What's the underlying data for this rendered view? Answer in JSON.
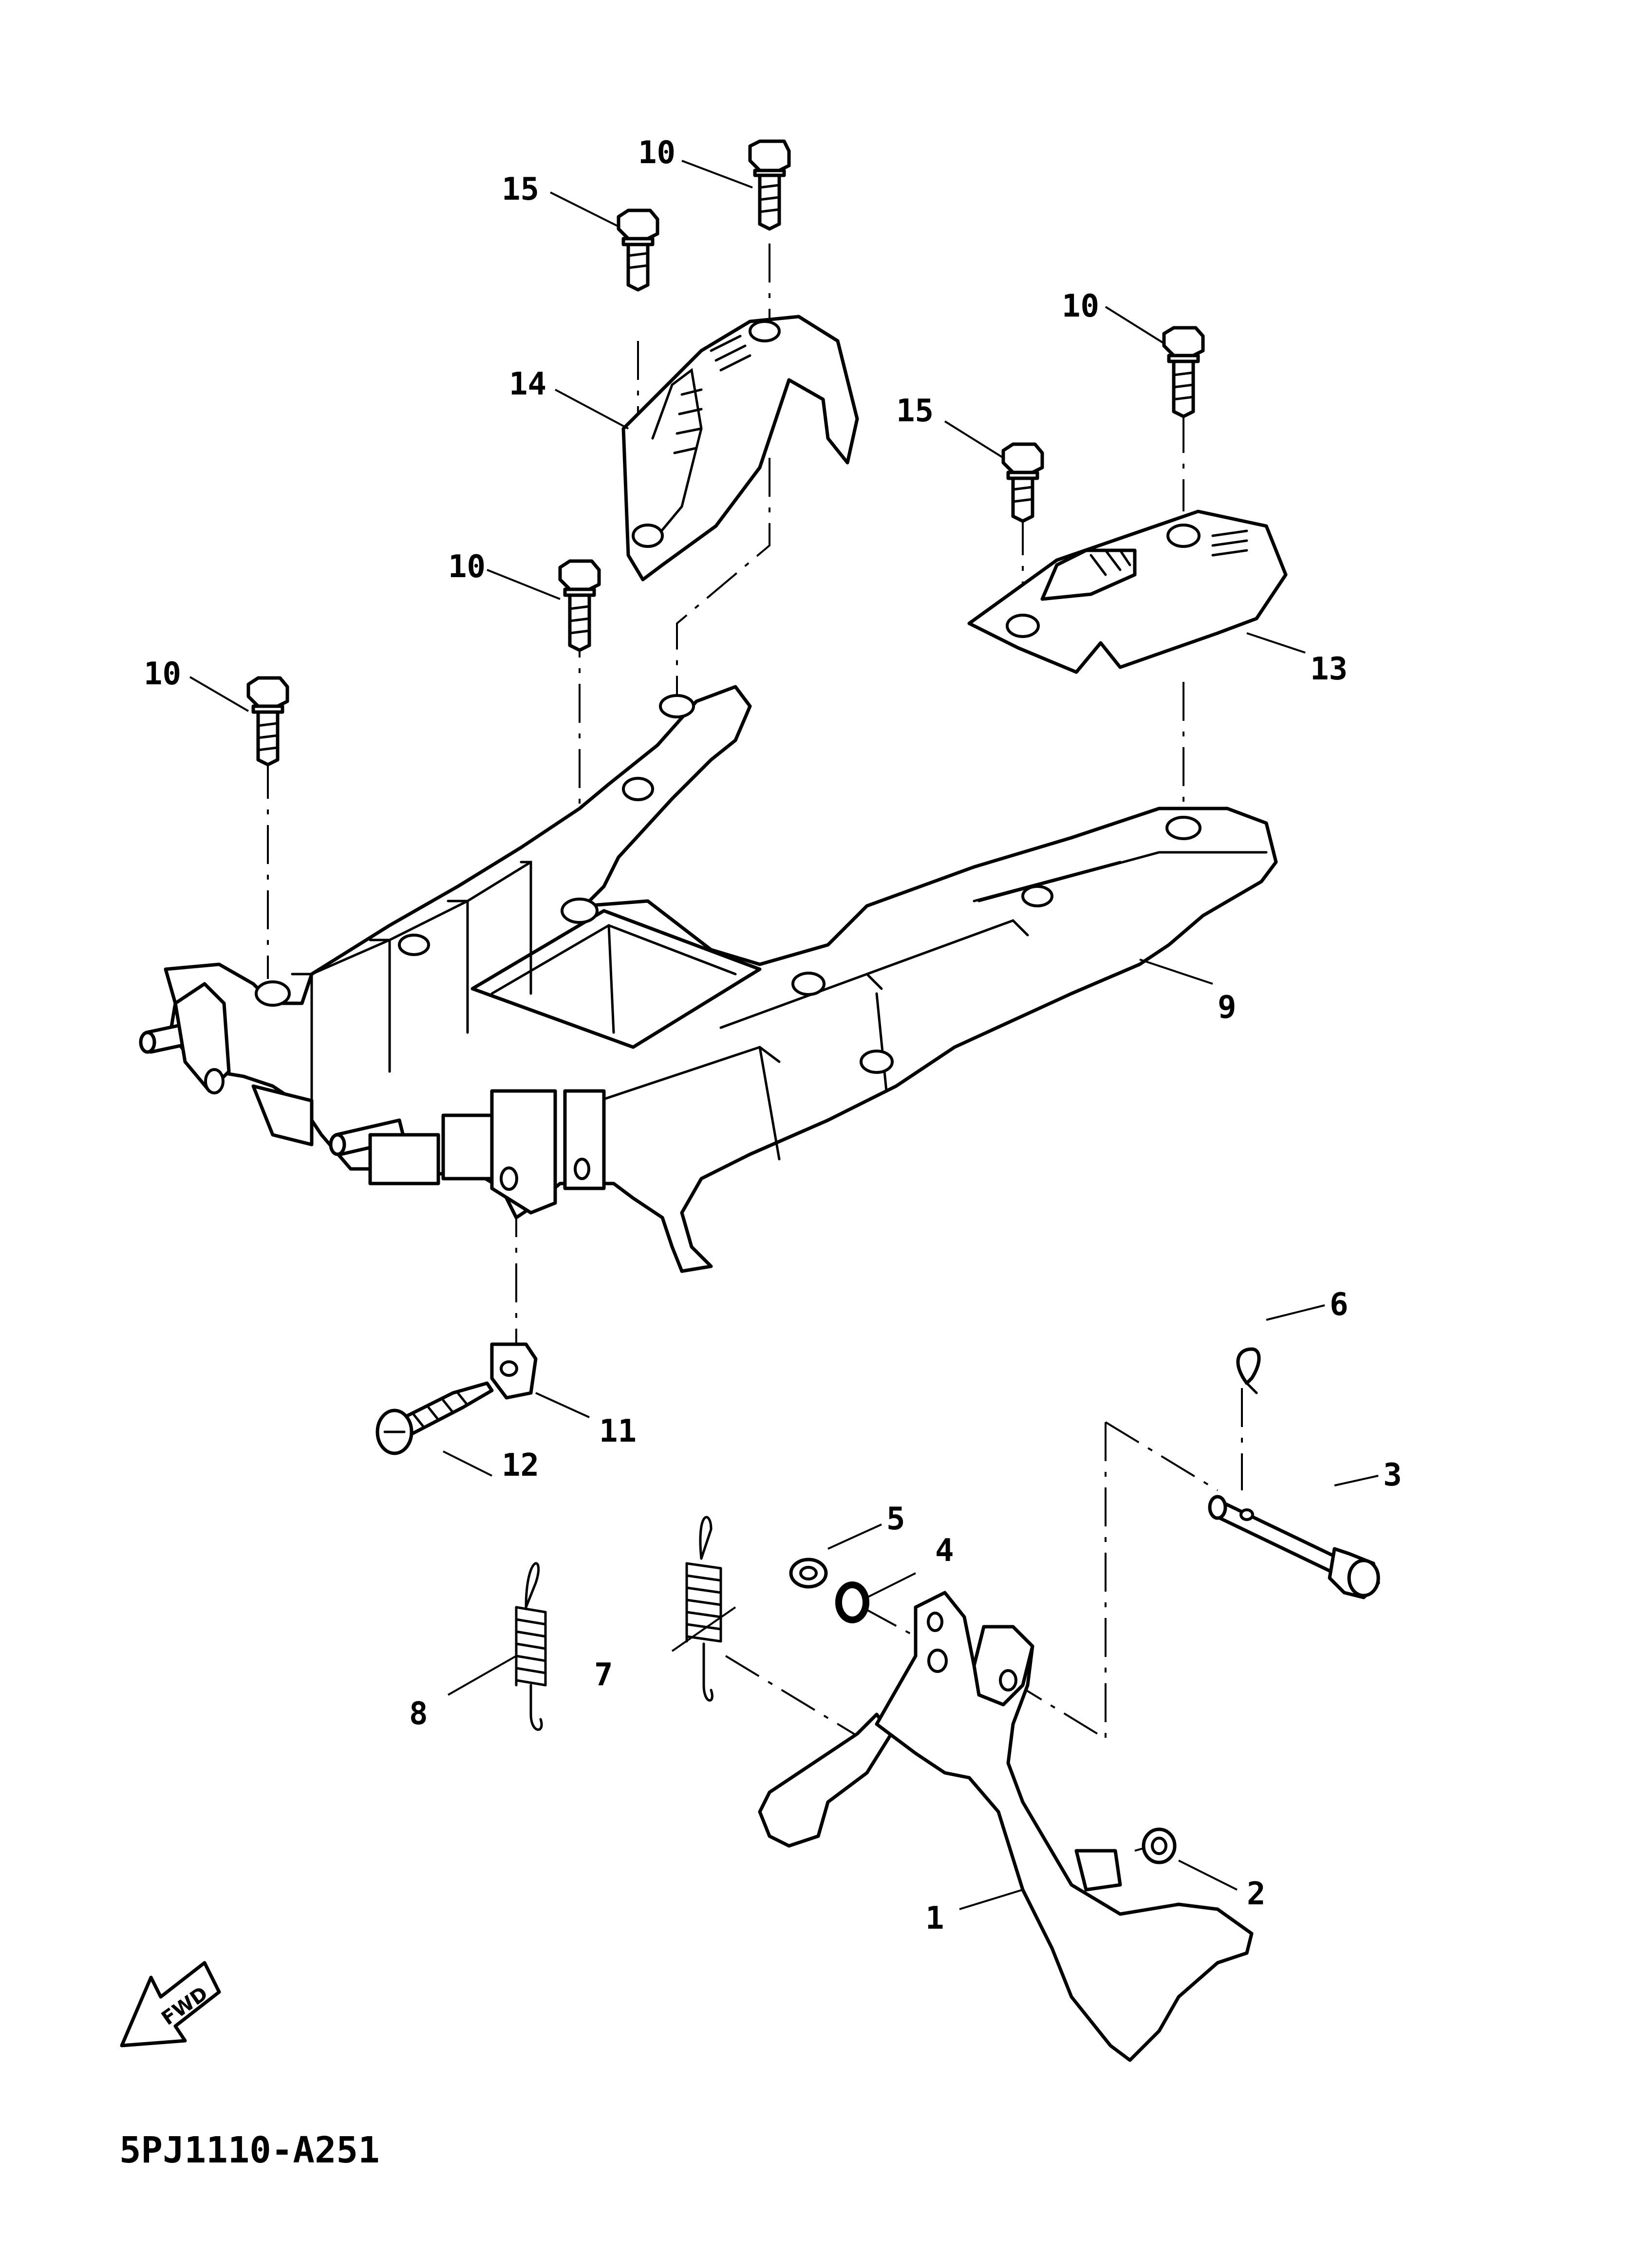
{
  "diagram": {
    "part_code": "5PJ1110-A251",
    "direction_marker": "FWD",
    "callouts": {
      "c1": "1",
      "c2": "2",
      "c3": "3",
      "c4": "4",
      "c5": "5",
      "c6": "6",
      "c7": "7",
      "c8": "8",
      "c9": "9",
      "c10a": "10",
      "c10b": "10",
      "c10c": "10",
      "c10d": "10",
      "c11": "11",
      "c12": "12",
      "c13": "13",
      "c14": "14",
      "c15a": "15",
      "c15b": "15"
    }
  }
}
